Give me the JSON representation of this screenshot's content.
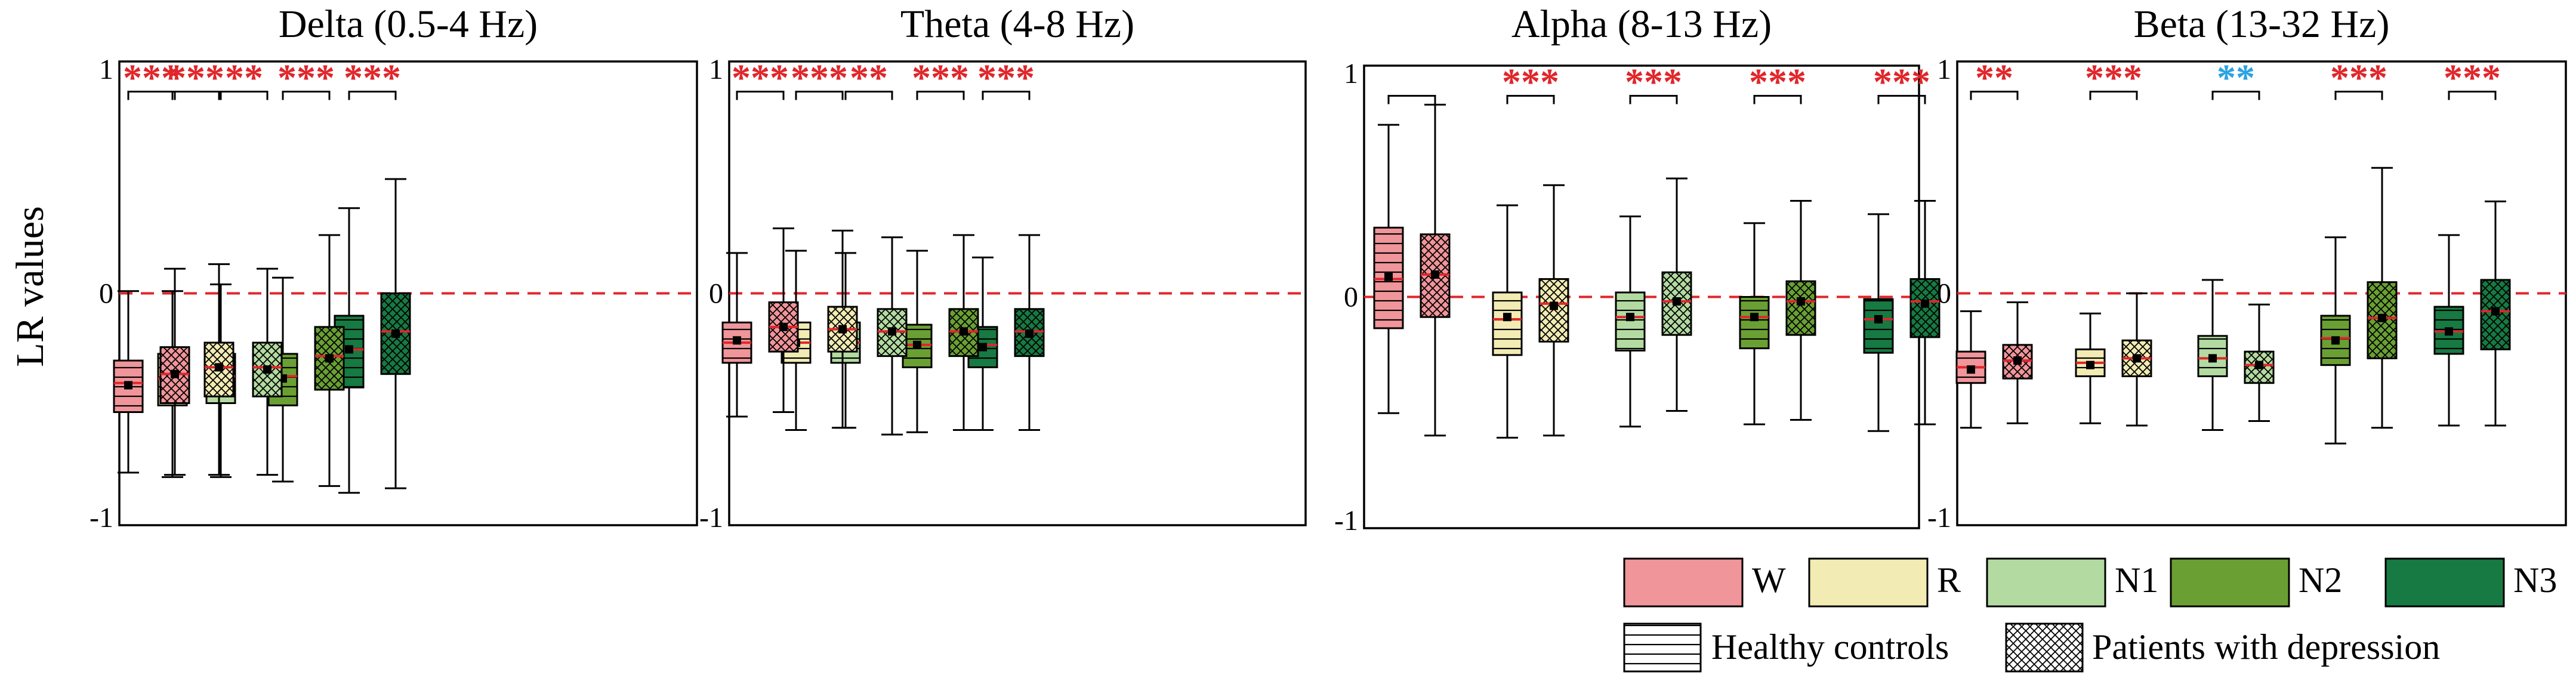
{
  "ylabel": "LR values",
  "colors": {
    "W": "#F0959A",
    "R": "#F2EBB3",
    "N1": "#B3DBA1",
    "N2": "#6AA033",
    "N3": "#167A42",
    "sig_red": "#E0262B",
    "sig_blue": "#2BA3E0",
    "zero_line": "#E0262B"
  },
  "legend": {
    "stages": [
      {
        "key": "W",
        "label": "W"
      },
      {
        "key": "R",
        "label": "R"
      },
      {
        "key": "N1",
        "label": "N1"
      },
      {
        "key": "N2",
        "label": "N2"
      },
      {
        "key": "N3",
        "label": "N3"
      }
    ],
    "groups": [
      {
        "key": "healthy",
        "label": "Healthy controls",
        "pattern": "horizontal-lines"
      },
      {
        "key": "patients",
        "label": "Patients with depression",
        "pattern": "crosshatch"
      }
    ]
  },
  "chart_data": [
    {
      "type": "box",
      "title": "Delta (0.5-4 Hz)",
      "ylim": [
        -1,
        1
      ],
      "yticks": [
        "1",
        "0",
        "-1"
      ],
      "reference_line": 0,
      "categories": [
        "W",
        "R",
        "N1",
        "N2",
        "N3"
      ],
      "significance": [
        {
          "category": "W",
          "label": "***",
          "color": "red"
        },
        {
          "category": "R",
          "label": "***",
          "color": "red"
        },
        {
          "category": "N1",
          "label": "**",
          "color": "red"
        },
        {
          "category": "N2",
          "label": "***",
          "color": "red"
        },
        {
          "category": "N3",
          "label": "***",
          "color": "red"
        }
      ],
      "series": [
        {
          "group": "healthy",
          "boxes": [
            {
              "category": "W",
              "whislo": -0.8,
              "q1": -0.53,
              "med": -0.4,
              "q3": -0.3,
              "whishi": 0.01,
              "mean": -0.41
            },
            {
              "category": "R",
              "whislo": -0.82,
              "q1": -0.5,
              "med": -0.38,
              "q3": -0.27,
              "whishi": 0.01,
              "mean": -0.39
            },
            {
              "category": "N1",
              "whislo": -0.82,
              "q1": -0.49,
              "med": -0.37,
              "q3": -0.27,
              "whishi": 0.04,
              "mean": -0.38
            },
            {
              "category": "N2",
              "whislo": -0.84,
              "q1": -0.5,
              "med": -0.37,
              "q3": -0.27,
              "whishi": 0.07,
              "mean": -0.38
            },
            {
              "category": "N3",
              "whislo": -0.89,
              "q1": -0.42,
              "med": -0.25,
              "q3": -0.1,
              "whishi": 0.38,
              "mean": -0.25
            }
          ]
        },
        {
          "group": "patients",
          "boxes": [
            {
              "category": "W",
              "whislo": -0.81,
              "q1": -0.49,
              "med": -0.36,
              "q3": -0.24,
              "whishi": 0.11,
              "mean": -0.36
            },
            {
              "category": "R",
              "whislo": -0.81,
              "q1": -0.46,
              "med": -0.33,
              "q3": -0.22,
              "whishi": 0.13,
              "mean": -0.33
            },
            {
              "category": "N1",
              "whislo": -0.81,
              "q1": -0.46,
              "med": -0.33,
              "q3": -0.22,
              "whishi": 0.11,
              "mean": -0.34
            },
            {
              "category": "N2",
              "whislo": -0.86,
              "q1": -0.43,
              "med": -0.28,
              "q3": -0.15,
              "whishi": 0.26,
              "mean": -0.29
            },
            {
              "category": "N3",
              "whislo": -0.87,
              "q1": -0.36,
              "med": -0.17,
              "q3": 0.0,
              "whishi": 0.51,
              "mean": -0.18
            }
          ]
        }
      ]
    },
    {
      "type": "box",
      "title": "Theta (4-8 Hz)",
      "ylim": [
        -1,
        1
      ],
      "yticks": [
        "1",
        "0",
        "-1"
      ],
      "reference_line": 0,
      "categories": [
        "W",
        "R",
        "N1",
        "N2",
        "N3"
      ],
      "significance": [
        {
          "category": "W",
          "label": "***",
          "color": "red"
        },
        {
          "category": "R",
          "label": "***",
          "color": "red"
        },
        {
          "category": "N1",
          "label": "**",
          "color": "red"
        },
        {
          "category": "N2",
          "label": "***",
          "color": "red"
        },
        {
          "category": "N3",
          "label": "***",
          "color": "red"
        }
      ],
      "series": [
        {
          "group": "healthy",
          "boxes": [
            {
              "category": "W",
              "whislo": -0.55,
              "q1": -0.31,
              "med": -0.22,
              "q3": -0.13,
              "whishi": 0.18,
              "mean": -0.21
            },
            {
              "category": "R",
              "whislo": -0.61,
              "q1": -0.31,
              "med": -0.22,
              "q3": -0.13,
              "whishi": 0.19,
              "mean": -0.22
            },
            {
              "category": "N1",
              "whislo": -0.6,
              "q1": -0.31,
              "med": -0.22,
              "q3": -0.13,
              "whishi": 0.18,
              "mean": -0.22
            },
            {
              "category": "N2",
              "whislo": -0.62,
              "q1": -0.33,
              "med": -0.23,
              "q3": -0.14,
              "whishi": 0.19,
              "mean": -0.23
            },
            {
              "category": "N3",
              "whislo": -0.61,
              "q1": -0.33,
              "med": -0.23,
              "q3": -0.15,
              "whishi": 0.16,
              "mean": -0.24
            }
          ]
        },
        {
          "group": "patients",
          "boxes": [
            {
              "category": "W",
              "whislo": -0.53,
              "q1": -0.26,
              "med": -0.15,
              "q3": -0.04,
              "whishi": 0.29,
              "mean": -0.15
            },
            {
              "category": "R",
              "whislo": -0.6,
              "q1": -0.26,
              "med": -0.16,
              "q3": -0.06,
              "whishi": 0.28,
              "mean": -0.16
            },
            {
              "category": "N1",
              "whislo": -0.63,
              "q1": -0.28,
              "med": -0.17,
              "q3": -0.07,
              "whishi": 0.25,
              "mean": -0.17
            },
            {
              "category": "N2",
              "whislo": -0.61,
              "q1": -0.28,
              "med": -0.17,
              "q3": -0.07,
              "whishi": 0.26,
              "mean": -0.17
            },
            {
              "category": "N3",
              "whislo": -0.61,
              "q1": -0.28,
              "med": -0.17,
              "q3": -0.07,
              "whishi": 0.26,
              "mean": -0.18
            }
          ]
        }
      ]
    },
    {
      "type": "box",
      "title": "Alpha (8-13 Hz)",
      "ylim": [
        -1,
        1
      ],
      "yticks": [
        "1",
        "0",
        "-1"
      ],
      "reference_line": 0,
      "categories": [
        "W",
        "R",
        "N1",
        "N2",
        "N3"
      ],
      "significance": [
        {
          "category": "W",
          "label": "",
          "color": "red"
        },
        {
          "category": "R",
          "label": "***",
          "color": "red"
        },
        {
          "category": "N1",
          "label": "***",
          "color": "red"
        },
        {
          "category": "N2",
          "label": "***",
          "color": "red"
        },
        {
          "category": "N3",
          "label": "***",
          "color": "red"
        }
      ],
      "series": [
        {
          "group": "healthy",
          "boxes": [
            {
              "category": "W",
              "whislo": -0.52,
              "q1": -0.14,
              "med": 0.08,
              "q3": 0.31,
              "whishi": 0.77,
              "mean": 0.09
            },
            {
              "category": "R",
              "whislo": -0.63,
              "q1": -0.26,
              "med": -0.1,
              "q3": 0.02,
              "whishi": 0.41,
              "mean": -0.09
            },
            {
              "category": "N1",
              "whislo": -0.58,
              "q1": -0.24,
              "med": -0.09,
              "q3": 0.02,
              "whishi": 0.36,
              "mean": -0.09
            },
            {
              "category": "N2",
              "whislo": -0.57,
              "q1": -0.23,
              "med": -0.09,
              "q3": 0.0,
              "whishi": 0.33,
              "mean": -0.09
            },
            {
              "category": "N3",
              "whislo": -0.6,
              "q1": -0.25,
              "med": -0.1,
              "q3": -0.01,
              "whishi": 0.37,
              "mean": -0.1
            }
          ]
        },
        {
          "group": "patients",
          "boxes": [
            {
              "category": "W",
              "whislo": -0.62,
              "q1": -0.09,
              "med": 0.1,
              "q3": 0.28,
              "whishi": 0.86,
              "mean": 0.1
            },
            {
              "category": "R",
              "whislo": -0.62,
              "q1": -0.2,
              "med": -0.03,
              "q3": 0.08,
              "whishi": 0.5,
              "mean": -0.04
            },
            {
              "category": "N1",
              "whislo": -0.51,
              "q1": -0.17,
              "med": -0.02,
              "q3": 0.11,
              "whishi": 0.53,
              "mean": -0.02
            },
            {
              "category": "N2",
              "whislo": -0.55,
              "q1": -0.17,
              "med": -0.02,
              "q3": 0.07,
              "whishi": 0.43,
              "mean": -0.02
            },
            {
              "category": "N3",
              "whislo": -0.57,
              "q1": -0.18,
              "med": -0.02,
              "q3": 0.08,
              "whishi": 0.43,
              "mean": -0.03
            }
          ]
        }
      ]
    },
    {
      "type": "box",
      "title": "Beta (13-32 Hz)",
      "ylim": [
        -1,
        1
      ],
      "yticks": [
        "1",
        "0",
        "-1"
      ],
      "reference_line": 0,
      "categories": [
        "W",
        "R",
        "N1",
        "N2",
        "N3"
      ],
      "significance": [
        {
          "category": "W",
          "label": "**",
          "color": "red"
        },
        {
          "category": "R",
          "label": "***",
          "color": "red"
        },
        {
          "category": "N1",
          "label": "**",
          "color": "blue"
        },
        {
          "category": "N2",
          "label": "***",
          "color": "red"
        },
        {
          "category": "N3",
          "label": "***",
          "color": "red"
        }
      ],
      "series": [
        {
          "group": "healthy",
          "boxes": [
            {
              "category": "W",
              "whislo": -0.6,
              "q1": -0.4,
              "med": -0.33,
              "q3": -0.26,
              "whishi": -0.08,
              "mean": -0.34
            },
            {
              "category": "R",
              "whislo": -0.58,
              "q1": -0.37,
              "med": -0.31,
              "q3": -0.25,
              "whishi": -0.09,
              "mean": -0.32
            },
            {
              "category": "N1",
              "whislo": -0.61,
              "q1": -0.37,
              "med": -0.29,
              "q3": -0.19,
              "whishi": 0.06,
              "mean": -0.29
            },
            {
              "category": "N2",
              "whislo": -0.67,
              "q1": -0.32,
              "med": -0.2,
              "q3": -0.1,
              "whishi": 0.25,
              "mean": -0.21
            },
            {
              "category": "N3",
              "whislo": -0.59,
              "q1": -0.27,
              "med": -0.17,
              "q3": -0.06,
              "whishi": 0.26,
              "mean": -0.17
            }
          ]
        },
        {
          "group": "patients",
          "boxes": [
            {
              "category": "W",
              "whislo": -0.58,
              "q1": -0.38,
              "med": -0.3,
              "q3": -0.23,
              "whishi": -0.04,
              "mean": -0.3
            },
            {
              "category": "R",
              "whislo": -0.59,
              "q1": -0.37,
              "med": -0.29,
              "q3": -0.21,
              "whishi": 0.0,
              "mean": -0.29
            },
            {
              "category": "N1",
              "whislo": -0.57,
              "q1": -0.4,
              "med": -0.32,
              "q3": -0.26,
              "whishi": -0.05,
              "mean": -0.32
            },
            {
              "category": "N2",
              "whislo": -0.6,
              "q1": -0.29,
              "med": -0.11,
              "q3": 0.05,
              "whishi": 0.56,
              "mean": -0.11
            },
            {
              "category": "N3",
              "whislo": -0.59,
              "q1": -0.25,
              "med": -0.08,
              "q3": 0.06,
              "whishi": 0.41,
              "mean": -0.08
            }
          ]
        }
      ]
    }
  ]
}
